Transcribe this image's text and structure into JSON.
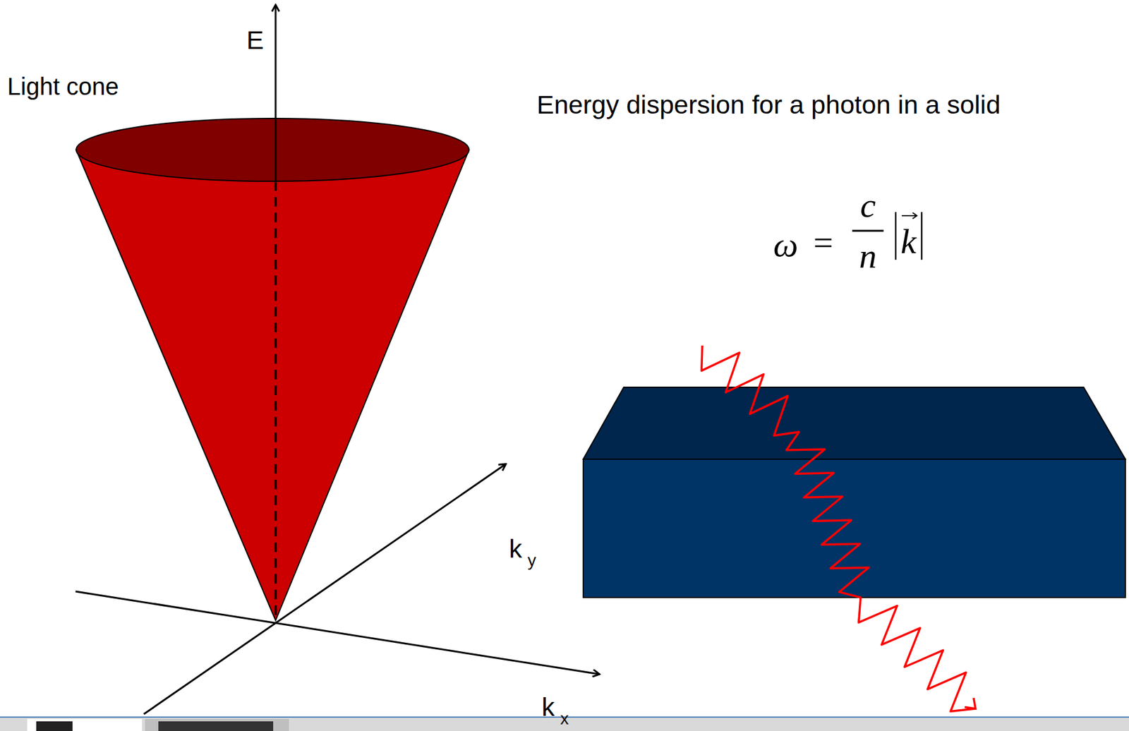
{
  "diagram": {
    "title": "Energy dispersion for a photon in a solid",
    "labels": [
      "Light cone",
      "E",
      "k",
      "y",
      "k",
      "x",
      "ω",
      "=",
      "c",
      "n",
      "k"
    ]
  }
}
